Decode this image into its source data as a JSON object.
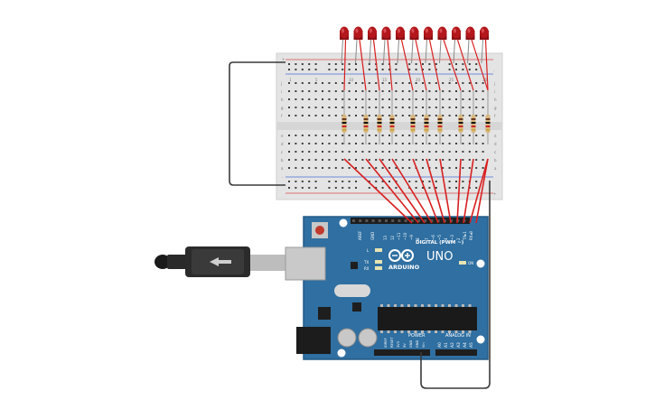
{
  "arduino": {
    "brand_text": "ARDUINO",
    "model_text": "UNO",
    "digital_label": "DIGITAL (PWM ~)",
    "power_label": "POWER",
    "analog_label": "ANALOG IN",
    "on_label": "ON",
    "l_label": "L",
    "tx_label": "TX",
    "rx_label": "RX",
    "aref_label": "AREF",
    "gnd_label": "GND",
    "digital_pins": [
      "13",
      "12",
      "~11",
      "~10",
      "~9",
      "8",
      "7",
      "~6",
      "~5",
      "4",
      "~3",
      "2",
      "TX▸1",
      "RX◂0"
    ],
    "power_pins": [
      "IOREF",
      "RESET",
      "3V3",
      "5V",
      "GND",
      "GND",
      "Vin"
    ],
    "analog_pins": [
      "A0",
      "A1",
      "A2",
      "A3",
      "A4",
      "A5"
    ]
  },
  "breadboard": {
    "row_letters_top": [
      "j",
      "i",
      "h",
      "g",
      "f"
    ],
    "row_letters_bottom": [
      "e",
      "d",
      "c",
      "b",
      "a"
    ],
    "rail_plus": "+",
    "rail_minus": "-",
    "column_numbers": [
      "1",
      "5",
      "10",
      "15",
      "20",
      "25",
      "30"
    ]
  },
  "colors": {
    "board_blue": "#2f6fa1",
    "led_red": "#b3161b",
    "wire_red": "#d81f1f",
    "wire_black": "#3a3a3a",
    "breadboard": "#e4e4e4"
  },
  "circuit": {
    "led_count": 11,
    "resistor_count": 11
  }
}
